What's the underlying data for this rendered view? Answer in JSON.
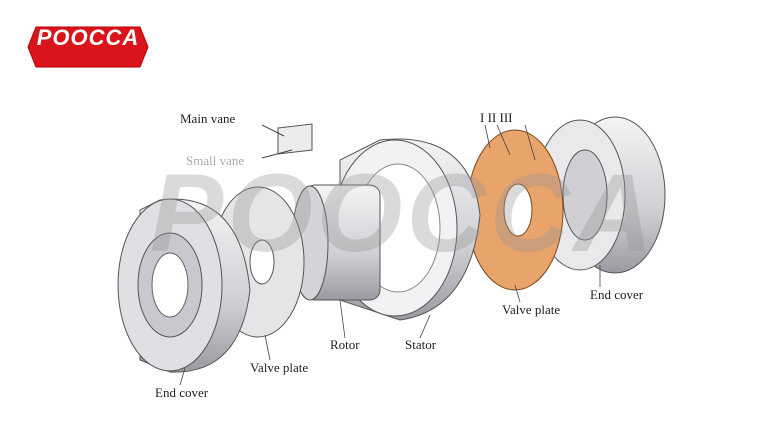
{
  "logo": {
    "text": "POOCCA",
    "color": "#d9141c"
  },
  "watermark": {
    "text": "POOCCA"
  },
  "labels": {
    "main_vane": "Main vane",
    "small_vane": "Small vane",
    "ports": "I  II  III",
    "end_cover_right": "End cover",
    "valve_plate_right": "Valve plate",
    "stator": "Stator",
    "rotor": "Rotor",
    "valve_plate_left": "Valve plate",
    "end_cover_left": "End cover"
  },
  "colors": {
    "metal": "#dcdce0",
    "metal_dark": "#a9a9b0",
    "plate_orange": "#e8a46a"
  }
}
